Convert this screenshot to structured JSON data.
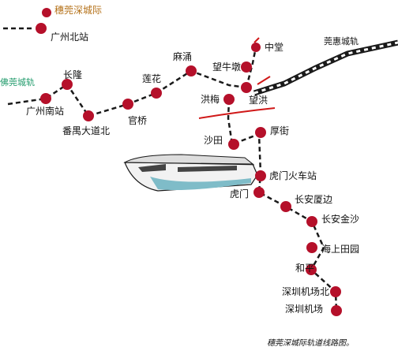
{
  "colors": {
    "station": "#b5102a",
    "route": "#1a1a1a",
    "title_text": "#b5721a",
    "foshan_line": "#1f9a6a",
    "red_mark": "#d01818",
    "train_body": "#f2f2f2",
    "train_stripe": "#7fbcc8"
  },
  "legend": {
    "title": "穗莞深城际"
  },
  "lines": {
    "foshan": "佛莞城轨",
    "huizhou": "莞惠城轨"
  },
  "stations": {
    "guangzhou_north": "广州北站",
    "guangzhou_south": "广州南站",
    "changlong": "长隆",
    "panyu": "番禺大道北",
    "guanqiao": "官桥",
    "lianhua": "莲花",
    "machong": "麻涌",
    "wangniudun": "望牛墩",
    "zhongtang": "中堂",
    "hongmei": "洪梅",
    "wanghong": "望洪",
    "shatian": "沙田",
    "houjie": "厚街",
    "humen_station": "虎门火车站",
    "humen": "虎门",
    "changan_xiabian": "长安厦边",
    "changan_jinsha": "长安金沙",
    "haishang_tianyuan": "海上田园",
    "heping": "和平",
    "airport_north": "深圳机场北",
    "airport": "深圳机场"
  },
  "caption": "穗莞深城际轨道线路图。"
}
